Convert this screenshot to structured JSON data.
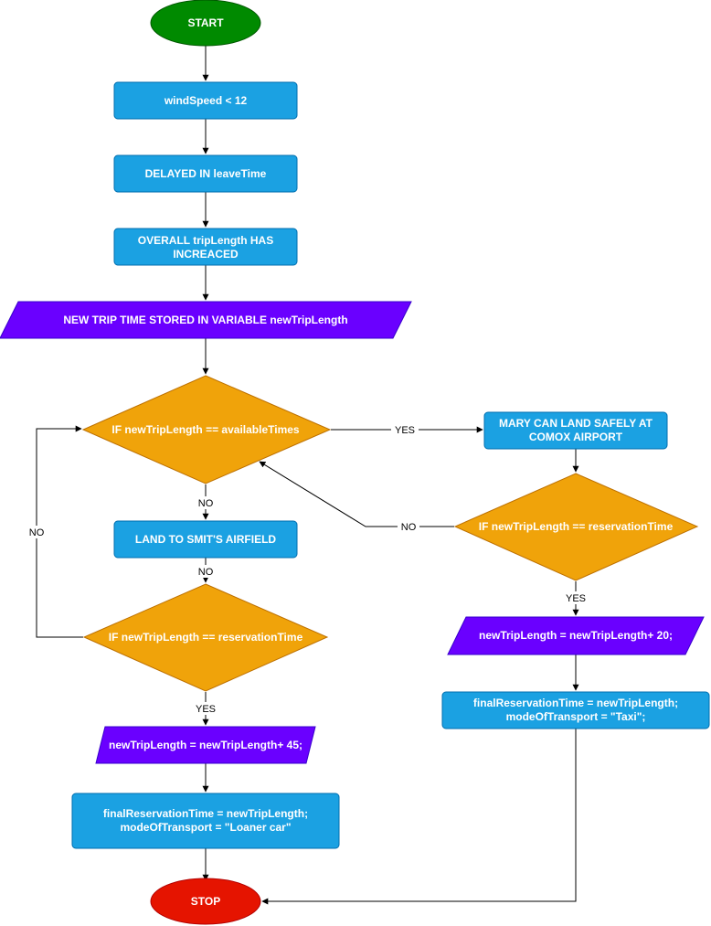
{
  "colors": {
    "start": "#008A00",
    "stop": "#E51400",
    "process": "#1BA1E2",
    "io": "#6A00FF",
    "decision": "#F0A30A"
  },
  "nodes": {
    "start": {
      "line1": "START"
    },
    "wind_speed": {
      "line1": "windSpeed < 12"
    },
    "delayed": {
      "line1": "DELAYED IN leaveTime"
    },
    "trip_increased": {
      "line1": "OVERALL tripLength HAS",
      "line2": "INCREACED"
    },
    "store_new_trip": {
      "line1": "NEW TRIP TIME STORED IN  VARIABLE newTripLength"
    },
    "if_available": {
      "line1": "IF newTripLength == availableTimes"
    },
    "mary_land": {
      "line1": "MARY CAN LAND SAFELY AT",
      "line2": "COMOX AIRPORT"
    },
    "if_reservation_right": {
      "line1": "IF newTripLength ==  reservationTime"
    },
    "land_smit": {
      "line1": "LAND TO SMIT'S AIRFIELD"
    },
    "if_reservation_left": {
      "line1": "IF newTripLength ==  reservationTime"
    },
    "add_20": {
      "line1": "newTripLength =  newTripLength+ 20;"
    },
    "add_45": {
      "line1": "newTripLength =  newTripLength+ 45;"
    },
    "final_taxi": {
      "line1": "finalReservationTime = newTripLength;",
      "line2": "modeOfTransport = \"Taxi\";"
    },
    "final_loaner": {
      "line1": "finalReservationTime = newTripLength;",
      "line2": "modeOfTransport = \"Loaner car\""
    },
    "stop": {
      "line1": "STOP"
    }
  },
  "edge_labels": {
    "yes_to_mary": "YES",
    "no_to_smit": "NO",
    "no_loop_left": "NO",
    "no_from_smit": "NO",
    "no_loop_right": "NO",
    "yes_right_reservation": "YES",
    "yes_left_reservation": "YES"
  }
}
